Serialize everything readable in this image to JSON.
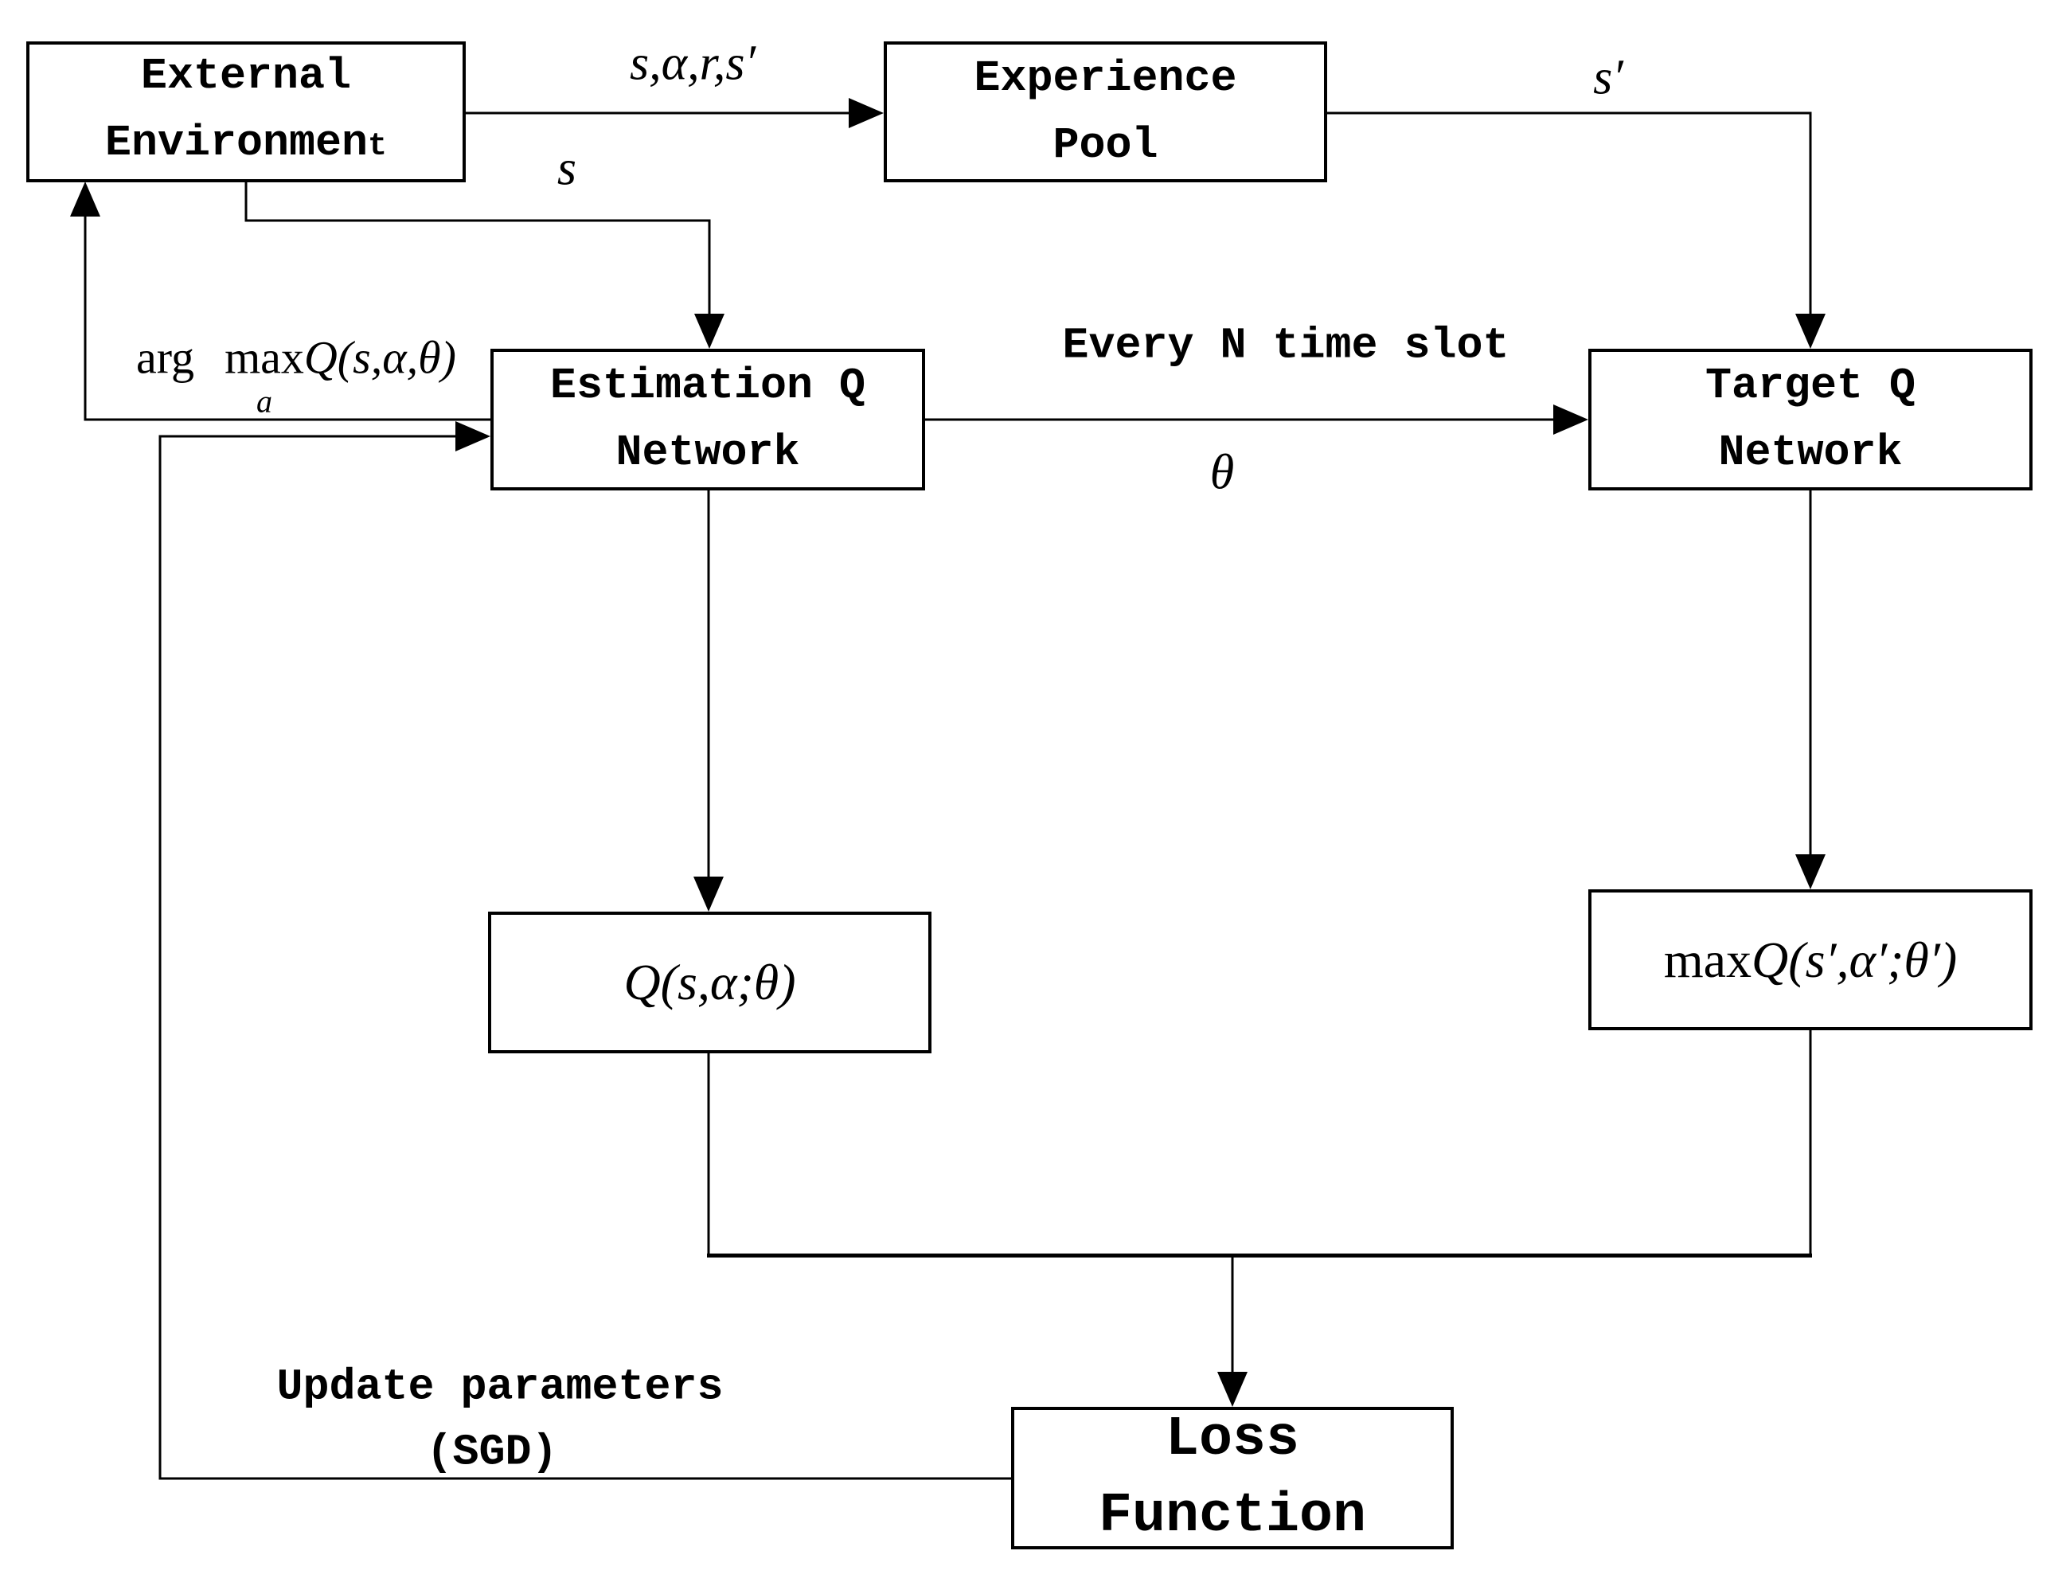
{
  "colors": {
    "ink": "#000000",
    "background": "#ffffff"
  },
  "diagram": {
    "nodes": {
      "external_environment": {
        "line1": "External",
        "line2": "Environmen",
        "line2_small": "t"
      },
      "experience_pool": {
        "line1": "Experience",
        "line2": "Pool"
      },
      "estimation_q_network": {
        "line1": "Estimation Q",
        "line2": "Network"
      },
      "target_q_network": {
        "line1": "Target Q",
        "line2": "Network"
      },
      "q_value": {
        "formula": "Q(s,α;θ)"
      },
      "max_q_value": {
        "prefix": "max",
        "formula": "Q(s′,α′;θ′)"
      },
      "loss_function": {
        "line1": "Loss",
        "line2": "Function"
      }
    },
    "edge_labels": {
      "transition_tuple": "s,α,r,s′",
      "next_state": "s′",
      "state": "s",
      "argmax": {
        "arg": "arg",
        "max": "max",
        "sub": "a",
        "expr": "Q(s,α,θ)"
      },
      "sync_period": "Every N time slot",
      "sync_param": "θ",
      "update_line1": "Update parameters",
      "update_line2": "(SGD)"
    }
  }
}
